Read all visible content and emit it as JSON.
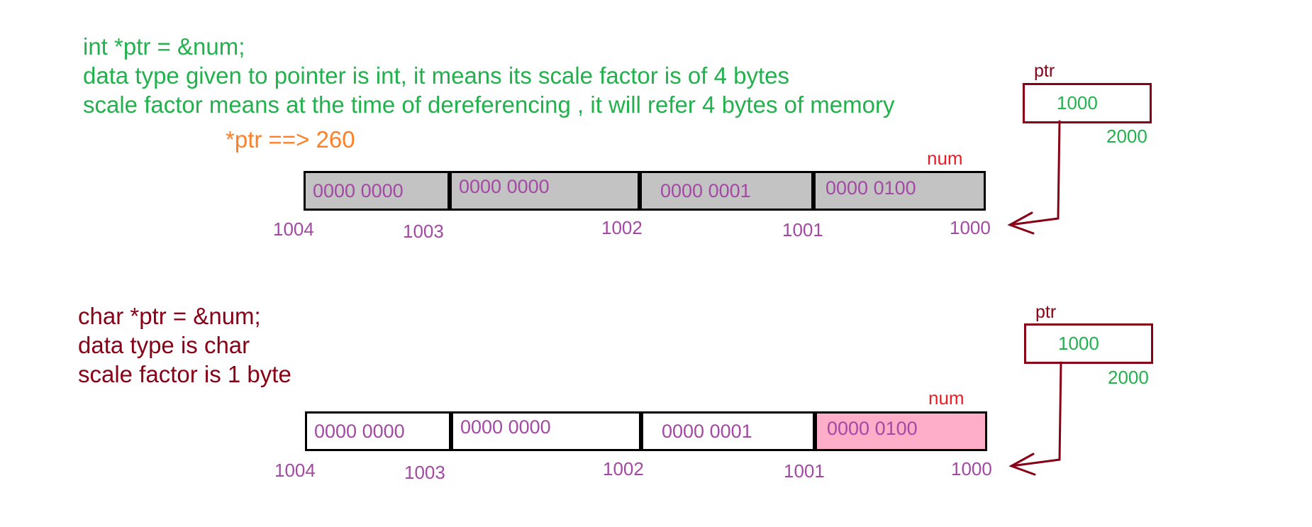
{
  "colors": {
    "green": "#22b14c",
    "orange": "#ff7f27",
    "maroon": "#880015",
    "red": "#ed1c24",
    "purple": "#a349a4",
    "int_fill": "#c3c3c3",
    "char_highlight": "#ffaec9"
  },
  "int_section": {
    "lines": [
      "int *ptr = &num;",
      "data type given to pointer is int, it means its scale factor is of 4 bytes",
      "scale factor means at the time of dereferencing , it will refer 4 bytes of memory"
    ],
    "deref": "*ptr ==> 260",
    "num_label": "num",
    "bytes": [
      "0000 0000",
      "0000 0000",
      "0000 0001",
      "0000  0100"
    ],
    "addresses": [
      "1004",
      "1003",
      "1002",
      "1001",
      "1000"
    ],
    "pointer": {
      "label": "ptr",
      "value": "1000",
      "address": "2000"
    }
  },
  "char_section": {
    "lines": [
      "char *ptr = &num;",
      "data type is char",
      "scale factor is 1 byte"
    ],
    "num_label": "num",
    "bytes": [
      "0000 0000",
      "0000 0000",
      "0000 0001",
      "0000  0100"
    ],
    "addresses": [
      "1004",
      "1003",
      "1002",
      "1001",
      "1000"
    ],
    "pointer": {
      "label": "ptr",
      "value": "1000",
      "address": "2000"
    }
  }
}
